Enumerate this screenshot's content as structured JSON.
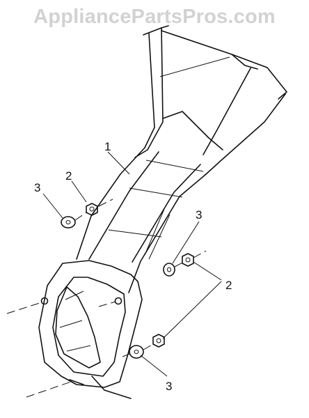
{
  "watermark": {
    "text": "AppliancePartsPros.com"
  },
  "callouts": {
    "c1": "1",
    "c2_left": "2",
    "c3_left": "3",
    "c3_right_upper": "3",
    "c2_right": "2",
    "c3_bottom": "3"
  }
}
